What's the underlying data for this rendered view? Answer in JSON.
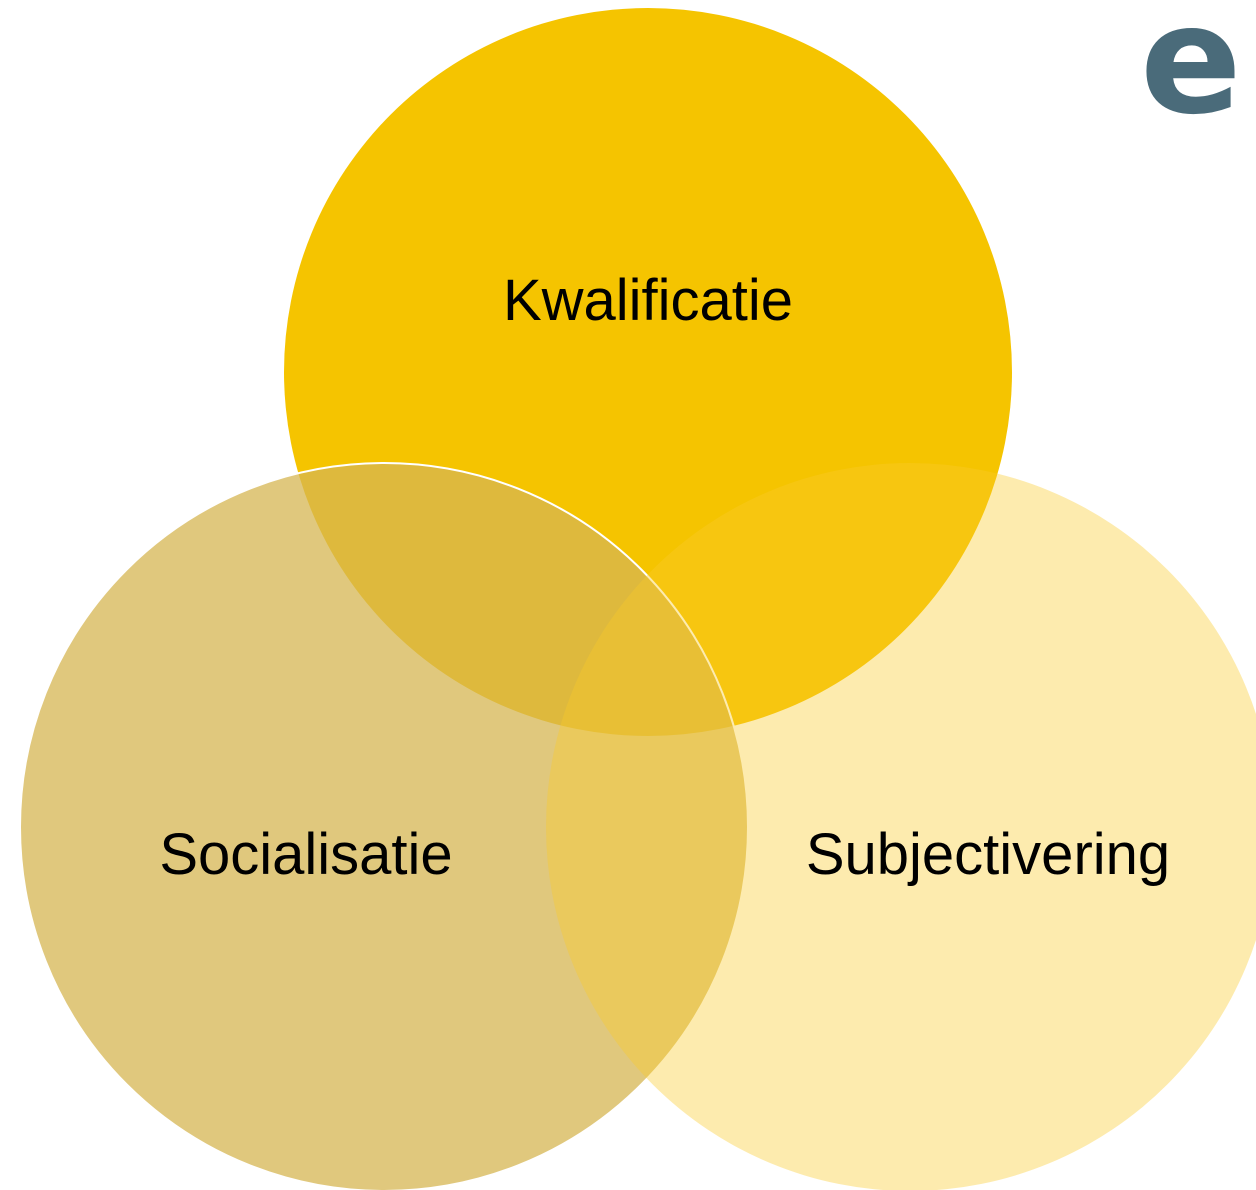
{
  "diagram": {
    "type": "venn",
    "circles": [
      {
        "id": "kwalificatie",
        "label": "Kwalificatie",
        "color": "#F5C400",
        "opacity": 1.0
      },
      {
        "id": "socialisatie",
        "label": "Socialisatie",
        "color": "#D6B552",
        "opacity": 0.75
      },
      {
        "id": "subjectivering",
        "label": "Subjectivering",
        "color": "#FBCB2B",
        "opacity": 0.38
      }
    ]
  },
  "logo": {
    "letter": "e",
    "color": "#4A6B7A"
  }
}
